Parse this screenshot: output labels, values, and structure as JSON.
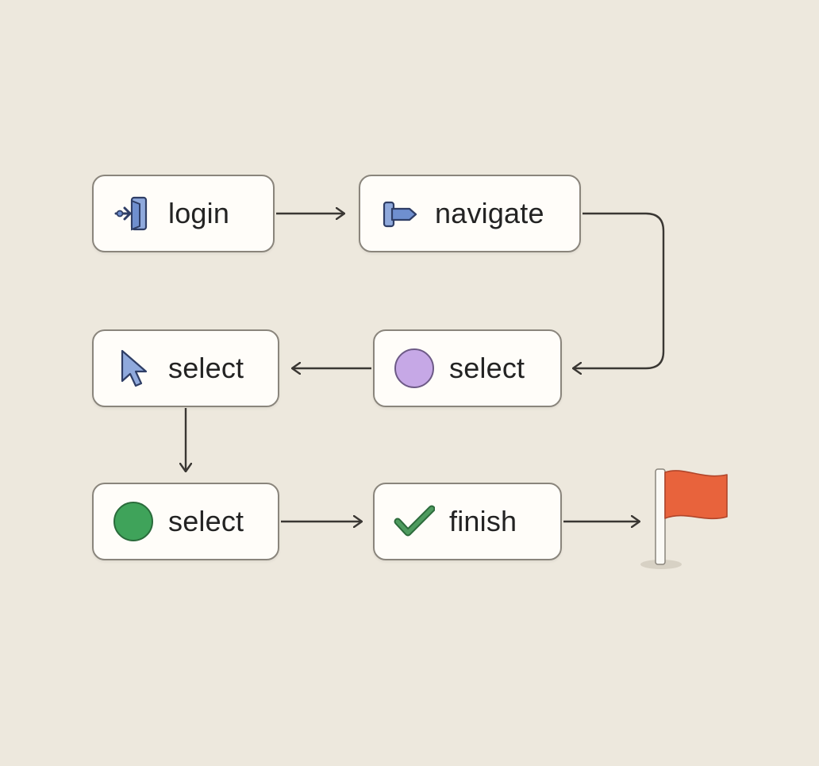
{
  "diagram": {
    "nodes": [
      {
        "id": "login",
        "label": "login",
        "icon": "login-door-icon"
      },
      {
        "id": "navigate",
        "label": "navigate",
        "icon": "signpost-icon"
      },
      {
        "id": "select_purple",
        "label": "select",
        "icon": "purple-circle-icon"
      },
      {
        "id": "select_cursor",
        "label": "select",
        "icon": "cursor-pointer-icon"
      },
      {
        "id": "select_green",
        "label": "select",
        "icon": "green-circle-icon"
      },
      {
        "id": "finish",
        "label": "finish",
        "icon": "checkmark-icon"
      },
      {
        "id": "end",
        "label": "",
        "icon": "red-flag-icon"
      }
    ],
    "edges": [
      {
        "from": "login",
        "to": "navigate"
      },
      {
        "from": "navigate",
        "to": "select_purple"
      },
      {
        "from": "select_purple",
        "to": "select_cursor"
      },
      {
        "from": "select_cursor",
        "to": "select_green"
      },
      {
        "from": "select_green",
        "to": "finish"
      },
      {
        "from": "finish",
        "to": "end"
      }
    ]
  },
  "colors": {
    "background": "#ede8dd",
    "node_fill": "#fffdf9",
    "node_border": "#8a857c",
    "arrow": "#3a3733",
    "icon_blue": "#6f8fcf",
    "purple": "#c6a8e6",
    "green": "#3fa35a",
    "check_green": "#3b8a4f",
    "flag_red": "#e8633c"
  }
}
